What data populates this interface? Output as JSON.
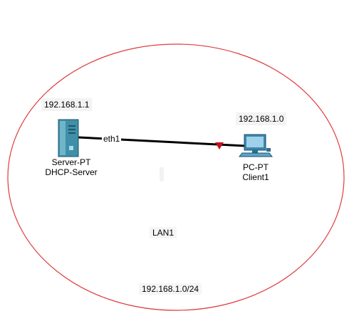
{
  "network": {
    "name": "LAN1",
    "subnet": "192.168.1.0/24",
    "boundary_color": "#e03b3b"
  },
  "devices": {
    "server": {
      "ip": "192.168.1.1",
      "type": "Server-PT",
      "name": "DHCP-Server",
      "icon": "server-tower-icon",
      "color": "#3f8fa8"
    },
    "client": {
      "ip": "192.168.1.0",
      "type": "PC-PT",
      "name": "Client1",
      "icon": "desktop-pc-icon",
      "color": "#3b88b0"
    }
  },
  "link": {
    "interface": "eth1",
    "line_color": "#000000",
    "status_color": "#c0141b"
  }
}
